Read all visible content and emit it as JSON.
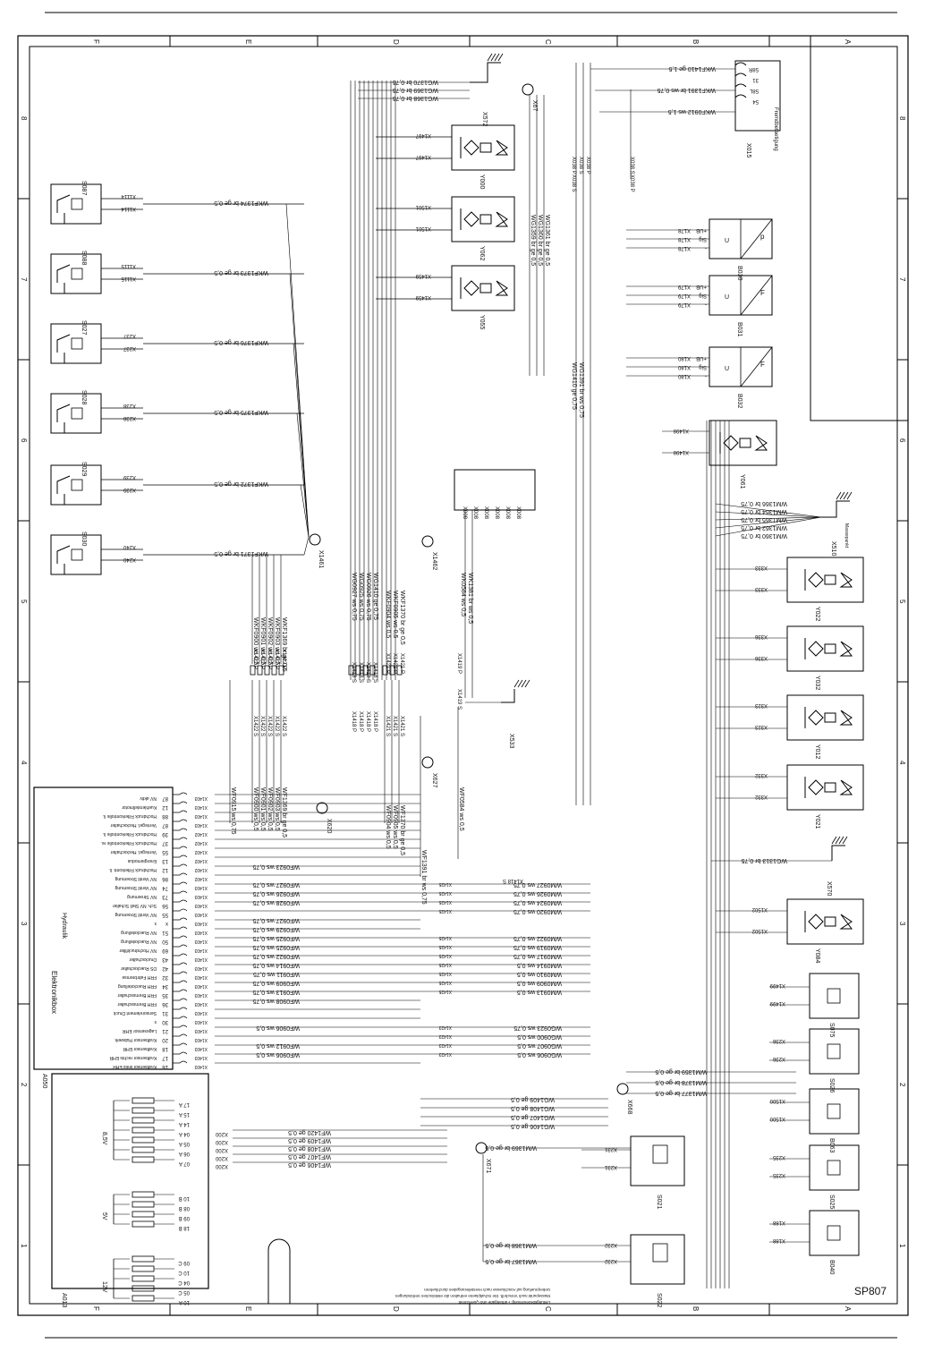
{
  "sheet": {
    "page_label": "SP807",
    "col_letters": [
      "F",
      "E",
      "D",
      "C",
      "B",
      "A"
    ],
    "row_numbers": [
      "8",
      "7",
      "6",
      "5",
      "4",
      "3",
      "2",
      "1"
    ]
  },
  "right_switches": [
    {
      "label": "S087",
      "conn": "X1114"
    },
    {
      "label": "S088",
      "conn": "X1115"
    },
    {
      "label": "S027",
      "conn": "X237"
    },
    {
      "label": "S028",
      "conn": "X238"
    },
    {
      "label": "S029",
      "conn": "X239"
    },
    {
      "label": "S030",
      "conn": "X240"
    }
  ],
  "switch_wires": [
    "WKF1374 br ge 0,5",
    "WKF1373 br ge 0,5",
    "WKF1376 br ge 0,5",
    "WKF1375 br ge 0,5",
    "WKF1372 br ge 0,5",
    "WKF1371 br ge 0,5"
  ],
  "valves_center": [
    {
      "label": "Y000",
      "conn": "X1497"
    },
    {
      "label": "Y062",
      "conn": "X1501"
    },
    {
      "label": "Y055",
      "conn": "X1459"
    }
  ],
  "top_wires": [
    "WG1370 br 0,75",
    "WG1369 br 0,75",
    "WG1368 br 0,75"
  ],
  "top_ground": "X572",
  "top_plug": "X67",
  "vert_wires_c": [
    "WG1359 br ge 0,5",
    "WG1360 br ge 0,5",
    "WG1361 br ge 0,5"
  ],
  "x038": [
    "X038 P",
    "X038 S",
    "X038 P",
    "X038 S",
    "X038 P",
    "X038 S"
  ],
  "x015": {
    "label": "X015",
    "caption": "Fremdbetaetigung",
    "pins": [
      "58R",
      "31",
      "58L",
      "54"
    ],
    "wires": [
      "WKF1410 ge 1,5",
      "WKF1391 br ws 0,75",
      "WKF0912 ws 1,5"
    ]
  },
  "sensors": [
    {
      "label": "B030",
      "conn": "X178",
      "box": "U",
      "sym": "p"
    },
    {
      "label": "B031",
      "conn": "X179",
      "box": "U",
      "sym": "F"
    },
    {
      "label": "B032",
      "conn": "X180",
      "box": "U",
      "sym": "F"
    }
  ],
  "sensor_pins": [
    "+UB",
    "Sig",
    "-"
  ],
  "mid_wires": [
    "WG1410 ge 0,75",
    "WG1391 br ws 0,75"
  ],
  "y061": {
    "label": "Y061",
    "conn": "X1498"
  },
  "right_valves": [
    {
      "label": "Y022",
      "conn": "X333"
    },
    {
      "label": "Y032",
      "conn": "X336"
    },
    {
      "label": "Y012",
      "conn": "X323"
    },
    {
      "label": "Y021",
      "conn": "X332"
    },
    {
      "label": "Y084",
      "conn": "X1502"
    }
  ],
  "x510": {
    "label": "X510",
    "wires": [
      "WM1366 br 0,75",
      "WM1364 br 0,75",
      "WM1365 br 0,75",
      "WM1362 br 0,75",
      "WM1360 br 0,75"
    ]
  },
  "x570": {
    "label": "X570",
    "wire": "WG1313 br 0,75"
  },
  "ground_text": "Massepunkt",
  "x008_pins": [
    "X008",
    "X008",
    "X008",
    "X008",
    "X008",
    "X008"
  ],
  "x533": {
    "label": "X533",
    "wires": [
      "WK0584 ws 0,5",
      "WK1381 br ws 0,5"
    ],
    "conn": "X1419 P",
    "conn_s": "X1419 S"
  },
  "x1461": "X1461",
  "x1462": "X1462",
  "x620": "X620",
  "x627": "X627",
  "x671": "X671",
  "x668": "X668",
  "wires_1422": [
    "WKF0900 ws 0,5",
    "WKF0901 ws 0,5",
    "WKF0902 ws 0,5",
    "WKF0903 ws 0,5",
    "WKF1369 br ge 0,5"
  ],
  "wires_1418": [
    "WG0927 ws 0,75",
    "WG0925 ws 0,75",
    "WG0926 ws 0,75",
    "WG1410 ge 0,75"
  ],
  "wires_1421": [
    "WKF0904 ws 0,5",
    "WKF0905 ws 0,5",
    "WKF1370 br ge 0,5"
  ],
  "x1422_p": [
    "X1422 P",
    "X1422 P",
    "X1422 P",
    "X1422 P",
    "X1422 P"
  ],
  "x1422_s": [
    "X1422 S",
    "X1422 S",
    "X1422 S",
    "X1422 S",
    "X1422 S"
  ],
  "x1418_p": [
    "X1418 S",
    "X1418 S",
    "X1418 S",
    "X1418 S"
  ],
  "x1418_s": [
    "X1418 P",
    "X1418 P",
    "X1418 P",
    "X1418 P"
  ],
  "x1421_p": [
    "X1421 P",
    "X1421 P",
    "X1421 P"
  ],
  "x1421_s": [
    "X1421 S",
    "X1421 S",
    "X1421 S"
  ],
  "lower_wires_1422": [
    "WF0915 ws 0,75",
    "WF0900 ws 0,5",
    "WF0901 ws 0,5",
    "WF0902 ws 0,5",
    "WF0903 ws 0,5",
    "WF1369 br ge 0,5"
  ],
  "lower_wires_1421": [
    "WF0904 ws 0,5",
    "WF0905 ws 0,5",
    "WF1370 br ge 0,5"
  ],
  "wf1391": "WF1391 br ws 0,75",
  "wf0584": "WF0584 ws 0,5",
  "a050": {
    "label": "A050",
    "title": "Elektronikbox",
    "subtitle": "Hydraulik",
    "rows": [
      {
        "pin": "87",
        "txt": "NV aktiv",
        "conn": "X1403"
      },
      {
        "pin": "12",
        "txt": "Kuehlerstellmotor",
        "conn": "X1403"
      },
      {
        "pin": "88",
        "txt": "Hochdruck Filterkontrolle li.",
        "conn": "X1403"
      },
      {
        "pin": "87",
        "txt": "Verriegel. Heckschalter",
        "conn": "X1403"
      },
      {
        "pin": "39",
        "txt": "Hochdruck Filterkontrolle li.",
        "conn": "X1402"
      },
      {
        "pin": "37",
        "txt": "Hochdruck Filterkontrolle re.",
        "conn": "X1402"
      },
      {
        "pin": "55",
        "txt": "Verriegel. Heckschalter",
        "conn": "X1402"
      },
      {
        "pin": "13",
        "txt": "Energiemodus",
        "conn": "X1402"
      },
      {
        "pin": "12",
        "txt": "Hochdruck Filterkontr. li.",
        "conn": "X1402"
      },
      {
        "pin": "86",
        "txt": "NV Ventil Stroemung",
        "conn": "X1402"
      },
      {
        "pin": "74",
        "txt": "NV Ventil Stroemung",
        "conn": "X1403"
      },
      {
        "pin": "73",
        "txt": "NV Stroemung",
        "conn": "X1403"
      },
      {
        "pin": "56",
        "txt": "Sch. NV Stell Schalter",
        "conn": "X1403"
      },
      {
        "pin": "55",
        "txt": "NV Ventil Stroemung",
        "conn": "X1403"
      },
      {
        "pin": "x",
        "txt": "x",
        "conn": "X1403"
      },
      {
        "pin": "51",
        "txt": "NV Rueckstellung",
        "conn": "X1403"
      },
      {
        "pin": "50",
        "txt": "NV Rueckstellung",
        "conn": "X1403"
      },
      {
        "pin": "69",
        "txt": "NV Hochdruckfilter",
        "conn": "X1403"
      },
      {
        "pin": "43",
        "txt": "Druckschalter",
        "conn": "X1403"
      },
      {
        "pin": "42",
        "txt": "DS Rueckschalter",
        "conn": "X1403"
      },
      {
        "pin": "32",
        "txt": "FRH Fahrbremse",
        "conn": "X1403"
      },
      {
        "pin": "34",
        "txt": "FRH Rueckstellung",
        "conn": "X1403"
      },
      {
        "pin": "35",
        "txt": "FRH Bremsschalter",
        "conn": "X1403"
      },
      {
        "pin": "36",
        "txt": "FRH Bremsschalter",
        "conn": "X1403"
      },
      {
        "pin": "31",
        "txt": "Sensorelement Druck",
        "conn": "X1403"
      },
      {
        "pin": "30",
        "txt": "x",
        "conn": "X1403"
      },
      {
        "pin": "21",
        "txt": "Lagesensor EHR",
        "conn": "X1403"
      },
      {
        "pin": "20",
        "txt": "Kraftsensor Hubwerk",
        "conn": "X1403"
      },
      {
        "pin": "18",
        "txt": "Kraftsensor EHR",
        "conn": "X1403"
      },
      {
        "pin": "17",
        "txt": "Kraftsensor rechts EHR",
        "conn": "X1403"
      },
      {
        "pin": "16",
        "txt": "Kraftsensor links EHR",
        "conn": "X1403"
      }
    ]
  },
  "a050_wires": [
    {
      "txt": "WF0923 ws 0,75",
      "row": 8
    },
    {
      "txt": "WF0927 ws 0,75",
      "row": 10
    },
    {
      "txt": "WF0926 ws 0,75",
      "row": 11
    },
    {
      "txt": "WF0928 ws 0,75",
      "row": 12
    },
    {
      "txt": "WF0927 ws 0,75",
      "row": 14
    },
    {
      "txt": "WF0929 ws 0,75",
      "row": 15
    },
    {
      "txt": "WF0925 ws 0,75",
      "row": 16
    },
    {
      "txt": "WF0925 ws 0,75",
      "row": 17
    },
    {
      "txt": "WF0922 ws 0,75",
      "row": 18
    },
    {
      "txt": "WF0914 ws 0,75",
      "row": 19
    },
    {
      "txt": "WF0911 ws 0,75",
      "row": 20
    },
    {
      "txt": "WF0909 ws 0,75",
      "row": 21
    },
    {
      "txt": "WF0913 ws 0,75",
      "row": 22
    },
    {
      "txt": "WF0908 ws 0,75",
      "row": 23
    },
    {
      "txt": "WF0906 ws 0,5",
      "row": 26
    },
    {
      "txt": "WF0912 ws 0,5",
      "row": 28
    },
    {
      "txt": "WF0906 ws 0,5",
      "row": 29
    }
  ],
  "x1425_labels": [
    {
      "txt": "WM0927 ws 0,75",
      "row": 10
    },
    {
      "txt": "WM0926 ws 0,75",
      "row": 11
    },
    {
      "txt": "WM0924 ws 0,75",
      "row": 12
    },
    {
      "txt": "WM0920 ws 0,75",
      "row": 13
    },
    {
      "txt": "WM0922 ws 0,75",
      "row": 16
    },
    {
      "txt": "WM0919 ws 0,75",
      "row": 17
    },
    {
      "txt": "WM0917 ws 0,75",
      "row": 18
    },
    {
      "txt": "WM0914 ws 0,5",
      "row": 19
    },
    {
      "txt": "WM0910 ws 0,5",
      "row": 20
    },
    {
      "txt": "WM0909 ws 0,5",
      "row": 21
    },
    {
      "txt": "WM0913 ws 0,5",
      "row": 22
    }
  ],
  "x1423_labels": [
    {
      "txt": "WG0923 ws 0,75",
      "row": 26
    },
    {
      "txt": "WG0900 ws 0,5",
      "row": 27
    },
    {
      "txt": "WG0907 ws 0,5",
      "row": 28
    },
    {
      "txt": "WG0906 ws 0,5",
      "row": 29
    }
  ],
  "x1425_conn": "X1425",
  "x1423_conn": "X1423",
  "x1418_mid": "X1418 S",
  "right_switches_lower": [
    {
      "label": "S075",
      "conn": "X1499"
    },
    {
      "label": "S026",
      "conn": "X236"
    },
    {
      "label": "B063",
      "conn": "X1500"
    },
    {
      "label": "S025",
      "conn": "X235"
    },
    {
      "label": "B040",
      "conn": "X188"
    }
  ],
  "x668_wires": [
    "WM1359 br ge 0,5",
    "WM1378 br ge 0,5",
    "WM1377 br ge 0,5"
  ],
  "a013": {
    "label": "A013",
    "groups": [
      {
        "volt": "8,5V",
        "pins": [
          "17 A",
          "15 A",
          "14 A",
          "04 A",
          "05 A",
          "06 A",
          "07 A"
        ]
      },
      {
        "volt": "5V",
        "pins": [
          "10 B",
          "08 B",
          "09 B",
          "18 B"
        ]
      },
      {
        "volt": "12V",
        "pins": [
          "09 C",
          "10 C",
          "04 C",
          "05 C",
          "10 A"
        ]
      }
    ],
    "conns": [
      "X200",
      "X200",
      "X200",
      "X200",
      "X200"
    ]
  },
  "a013_wires": [
    "WF1420 ge 0,5",
    "WF1409 ge 0,5",
    "WF1408 ge 0,5",
    "WF1407 ge 0,5",
    "WF1406 ge 0,5"
  ],
  "a013_right_wires": [
    {
      "txt": "WG1409 ge 0,5"
    },
    {
      "txt": "WG1408 ge 0,5"
    },
    {
      "txt": "WG1407 ge 0,5"
    },
    {
      "txt": "WG1406 ge 0,5"
    }
  ],
  "s021": {
    "label": "S021",
    "conn": "X231",
    "wire": "WM1369 br ge 0,5"
  },
  "s022": {
    "label": "S022",
    "conn": "X232",
    "wires": [
      "WM1368 br ge 0,5",
      "WM1367 br ge 0,5"
    ]
  },
  "footnote": [
    "Ueberpruefung auf Anschluesse nach Herstellerangaben durchfuehren",
    "Massepunkt nach Vorschrift. Die Schaltplaene enthalten die elektrischen Verbindungen",
    "Leitungsbezeichnung: Farbangabe und Querschnitt"
  ]
}
